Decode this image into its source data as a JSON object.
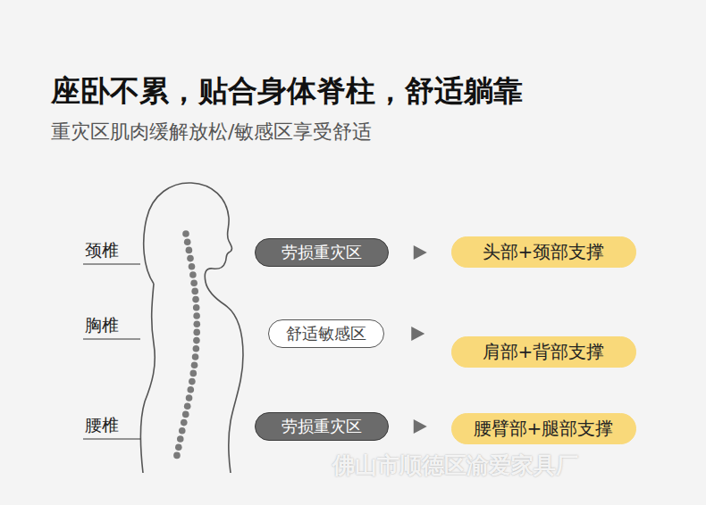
{
  "diagram": {
    "title": "座卧不累，贴合身体脊柱，舒适躺靠",
    "nodes": [
      {
        "text": [
          "劳损重灾区"
        ]
      },
      {
        "text": [
          "头部+颈部支撑"
        ]
      },
      {
        "text": [
          "舒适敏感区"
        ]
      },
      {
        "text": [
          "肩部+背部支撑"
        ]
      },
      {
        "text": [
          "劳损重灾区"
        ]
      },
      {
        "text": [
          "腰臂部+腿部支撑"
        ]
      }
    ],
    "edges": [
      {
        "from": 0,
        "to": 1,
        "arrow": "to"
      },
      {
        "from": 2,
        "to": 3,
        "arrow": "to"
      },
      {
        "from": 4,
        "to": 5,
        "arrow": "to"
      }
    ],
    "labels": [
      "重灾区肌肉缓解放松/敏感区享受舒适",
      "颈椎",
      "胸椎",
      "腰椎",
      "佛山市顺德区渝爱家具厂"
    ]
  }
}
